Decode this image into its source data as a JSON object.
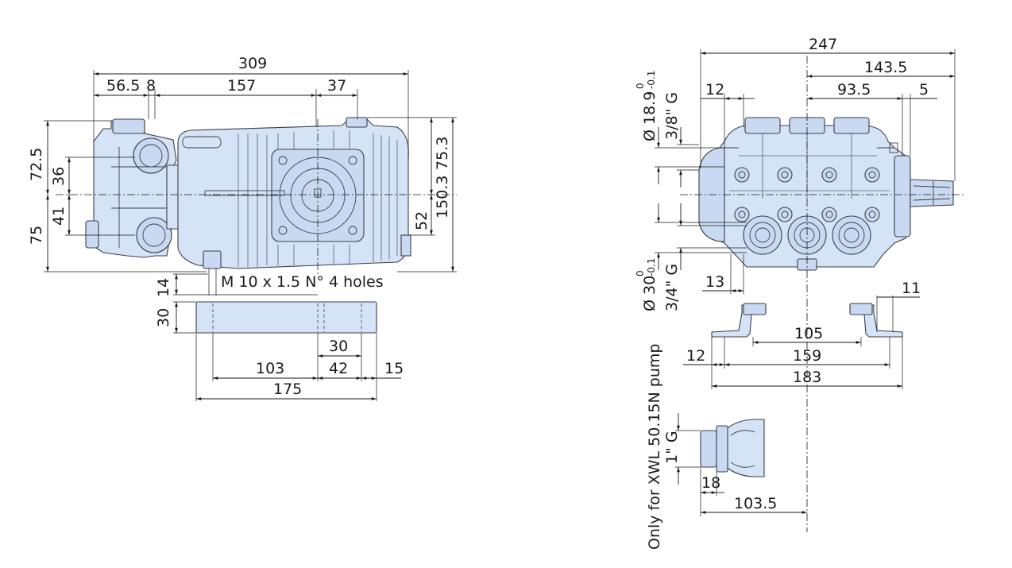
{
  "colors": {
    "body_fill": "#d5e3f6",
    "line": "#3a3f4a",
    "text": "#1a1a1a",
    "background": "#ffffff"
  },
  "side_view": {
    "overall_length": "309",
    "d_56_5": "56.5",
    "d_8": "8",
    "d_157": "157",
    "d_37": "37",
    "h_72_5": "72.5",
    "h_36": "36",
    "h_41": "41",
    "h_75": "75",
    "h_75_3": "75.3",
    "h_150_3": "150.3",
    "h_52": "52",
    "h_14": "14",
    "mount_holes_note": "M 10 x 1.5 N° 4 holes"
  },
  "base_plate": {
    "h_30": "30",
    "d_30": "30",
    "d_103": "103",
    "d_42": "42",
    "d_15": "15",
    "d_175": "175"
  },
  "front_view": {
    "overall_width": "247",
    "d_143_5": "143.5",
    "d_12_top": "12",
    "d_93_5": "93.5",
    "d_5": "5",
    "inlet_dia": "Ø 18.9",
    "inlet_tol_upper": "0",
    "inlet_tol_lower": "-0.1",
    "inlet_thread": "3/8\" G",
    "outlet_dia": "Ø 30",
    "outlet_tol_upper": "0",
    "outlet_tol_lower": "-0.1",
    "outlet_thread": "3/4\" G",
    "d_13": "13",
    "d_11": "11",
    "d_105": "105",
    "d_12_foot": "12",
    "d_159": "159",
    "d_183": "183"
  },
  "detail_view": {
    "caption": "Only for XWL 50.15N pump",
    "thread": "1\" G",
    "d_18": "18",
    "d_103_5": "103.5"
  }
}
